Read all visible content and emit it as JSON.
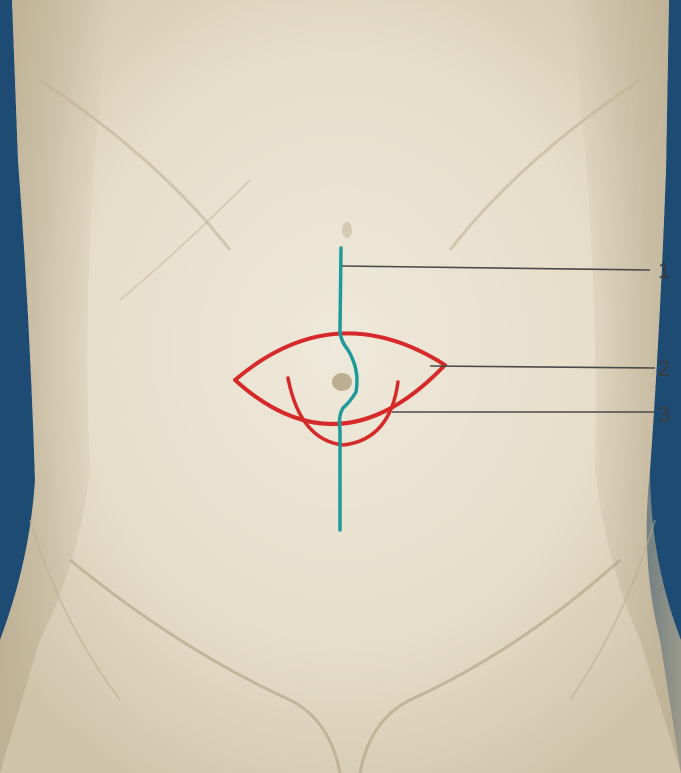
{
  "labels": {
    "label_1": "1",
    "label_2": "2",
    "label_3": "3"
  },
  "colors": {
    "frame": "#1e4b73",
    "skin": "#e9e2d2",
    "skin_shadow": "#c9bea6",
    "incision_midline": "#1f9a9a",
    "incision_umbilical": "#d62a2a",
    "leader_line": "#4a4a4a"
  },
  "icons": {
    "figure": "abdomen-illustration"
  }
}
